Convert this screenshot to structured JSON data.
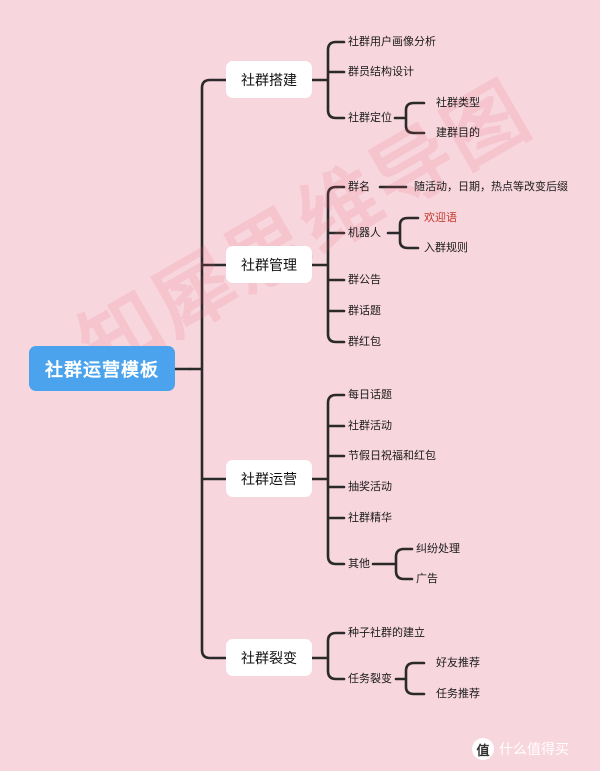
{
  "root": {
    "label": "社群运营模板"
  },
  "branches": [
    {
      "label": "社群搭建",
      "children": [
        {
          "label": "社群用户画像分析"
        },
        {
          "label": "群员结构设计"
        },
        {
          "label": "社群定位",
          "children": [
            {
              "label": "社群类型"
            },
            {
              "label": "建群目的"
            }
          ]
        }
      ]
    },
    {
      "label": "社群管理",
      "children": [
        {
          "label": "群名",
          "children": [
            {
              "label": "随活动，日期，热点等改变后缀"
            }
          ]
        },
        {
          "label": "机器人",
          "children": [
            {
              "label": "欢迎语"
            },
            {
              "label": "入群规则"
            }
          ]
        },
        {
          "label": "群公告"
        },
        {
          "label": "群话题"
        },
        {
          "label": "群红包"
        }
      ]
    },
    {
      "label": "社群运营",
      "children": [
        {
          "label": "每日话题"
        },
        {
          "label": "社群活动"
        },
        {
          "label": "节假日祝福和红包"
        },
        {
          "label": "抽奖活动"
        },
        {
          "label": "社群精华"
        },
        {
          "label": "其他",
          "children": [
            {
              "label": "纠纷处理"
            },
            {
              "label": "广告"
            }
          ]
        }
      ]
    },
    {
      "label": "社群裂变",
      "children": [
        {
          "label": "种子社群的建立"
        },
        {
          "label": "任务裂变",
          "children": [
            {
              "label": "好友推荐"
            },
            {
              "label": "任务推荐"
            }
          ]
        }
      ]
    }
  ],
  "watermark": {
    "text": "知犀思维导图"
  },
  "logo": {
    "icon": "zhi-badge-icon",
    "badge_text": "值",
    "text": "什么值得买"
  },
  "colors": {
    "background": "#f8d6de",
    "root": "#4aa3ec",
    "branch": "#ffffff",
    "line": "#2a2a2a",
    "accent_text": "#c0392b"
  }
}
